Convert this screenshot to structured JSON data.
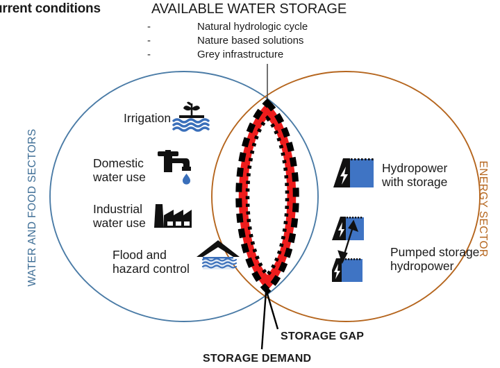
{
  "slide": {
    "title": "urrent conditions"
  },
  "available_storage": {
    "heading": "AVAILABLE WATER STORAGE",
    "bullet_marker": "-",
    "items": [
      "Natural hydrologic cycle",
      "Nature based solutions",
      "Grey infrastructure"
    ]
  },
  "venn": {
    "left_circle_label": "WATER AND FOOD SECTORS",
    "right_circle_label": "ENERGY SECTOR",
    "left_circle_color": "#4a7ba6",
    "right_circle_color": "#b5651d",
    "overlap_fill_color": "#ee1c1c",
    "overlap_outline_color": "#000000",
    "overlap_inner_outline_color": "#000000"
  },
  "water_food_items": [
    {
      "label": "Irrigation",
      "icon": "irrigation-icon"
    },
    {
      "label_line1": "Domestic",
      "label_line2": "water use",
      "icon": "faucet-icon"
    },
    {
      "label_line1": "Industrial",
      "label_line2": "water use",
      "icon": "factory-icon"
    },
    {
      "label_line1": "Flood and",
      "label_line2": "hazard control",
      "icon": "flood-hazard-icon"
    }
  ],
  "energy_items": [
    {
      "label_line1": "Hydropower",
      "label_line2": "with storage",
      "icon": "hydropower-dam-icon"
    },
    {
      "label_line1": "Pumped storage",
      "label_line2": "hydropower",
      "icon": "pumped-storage-icon"
    }
  ],
  "callouts": {
    "storage_gap": "STORAGE GAP",
    "storage_demand": "STORAGE DEMAND"
  }
}
